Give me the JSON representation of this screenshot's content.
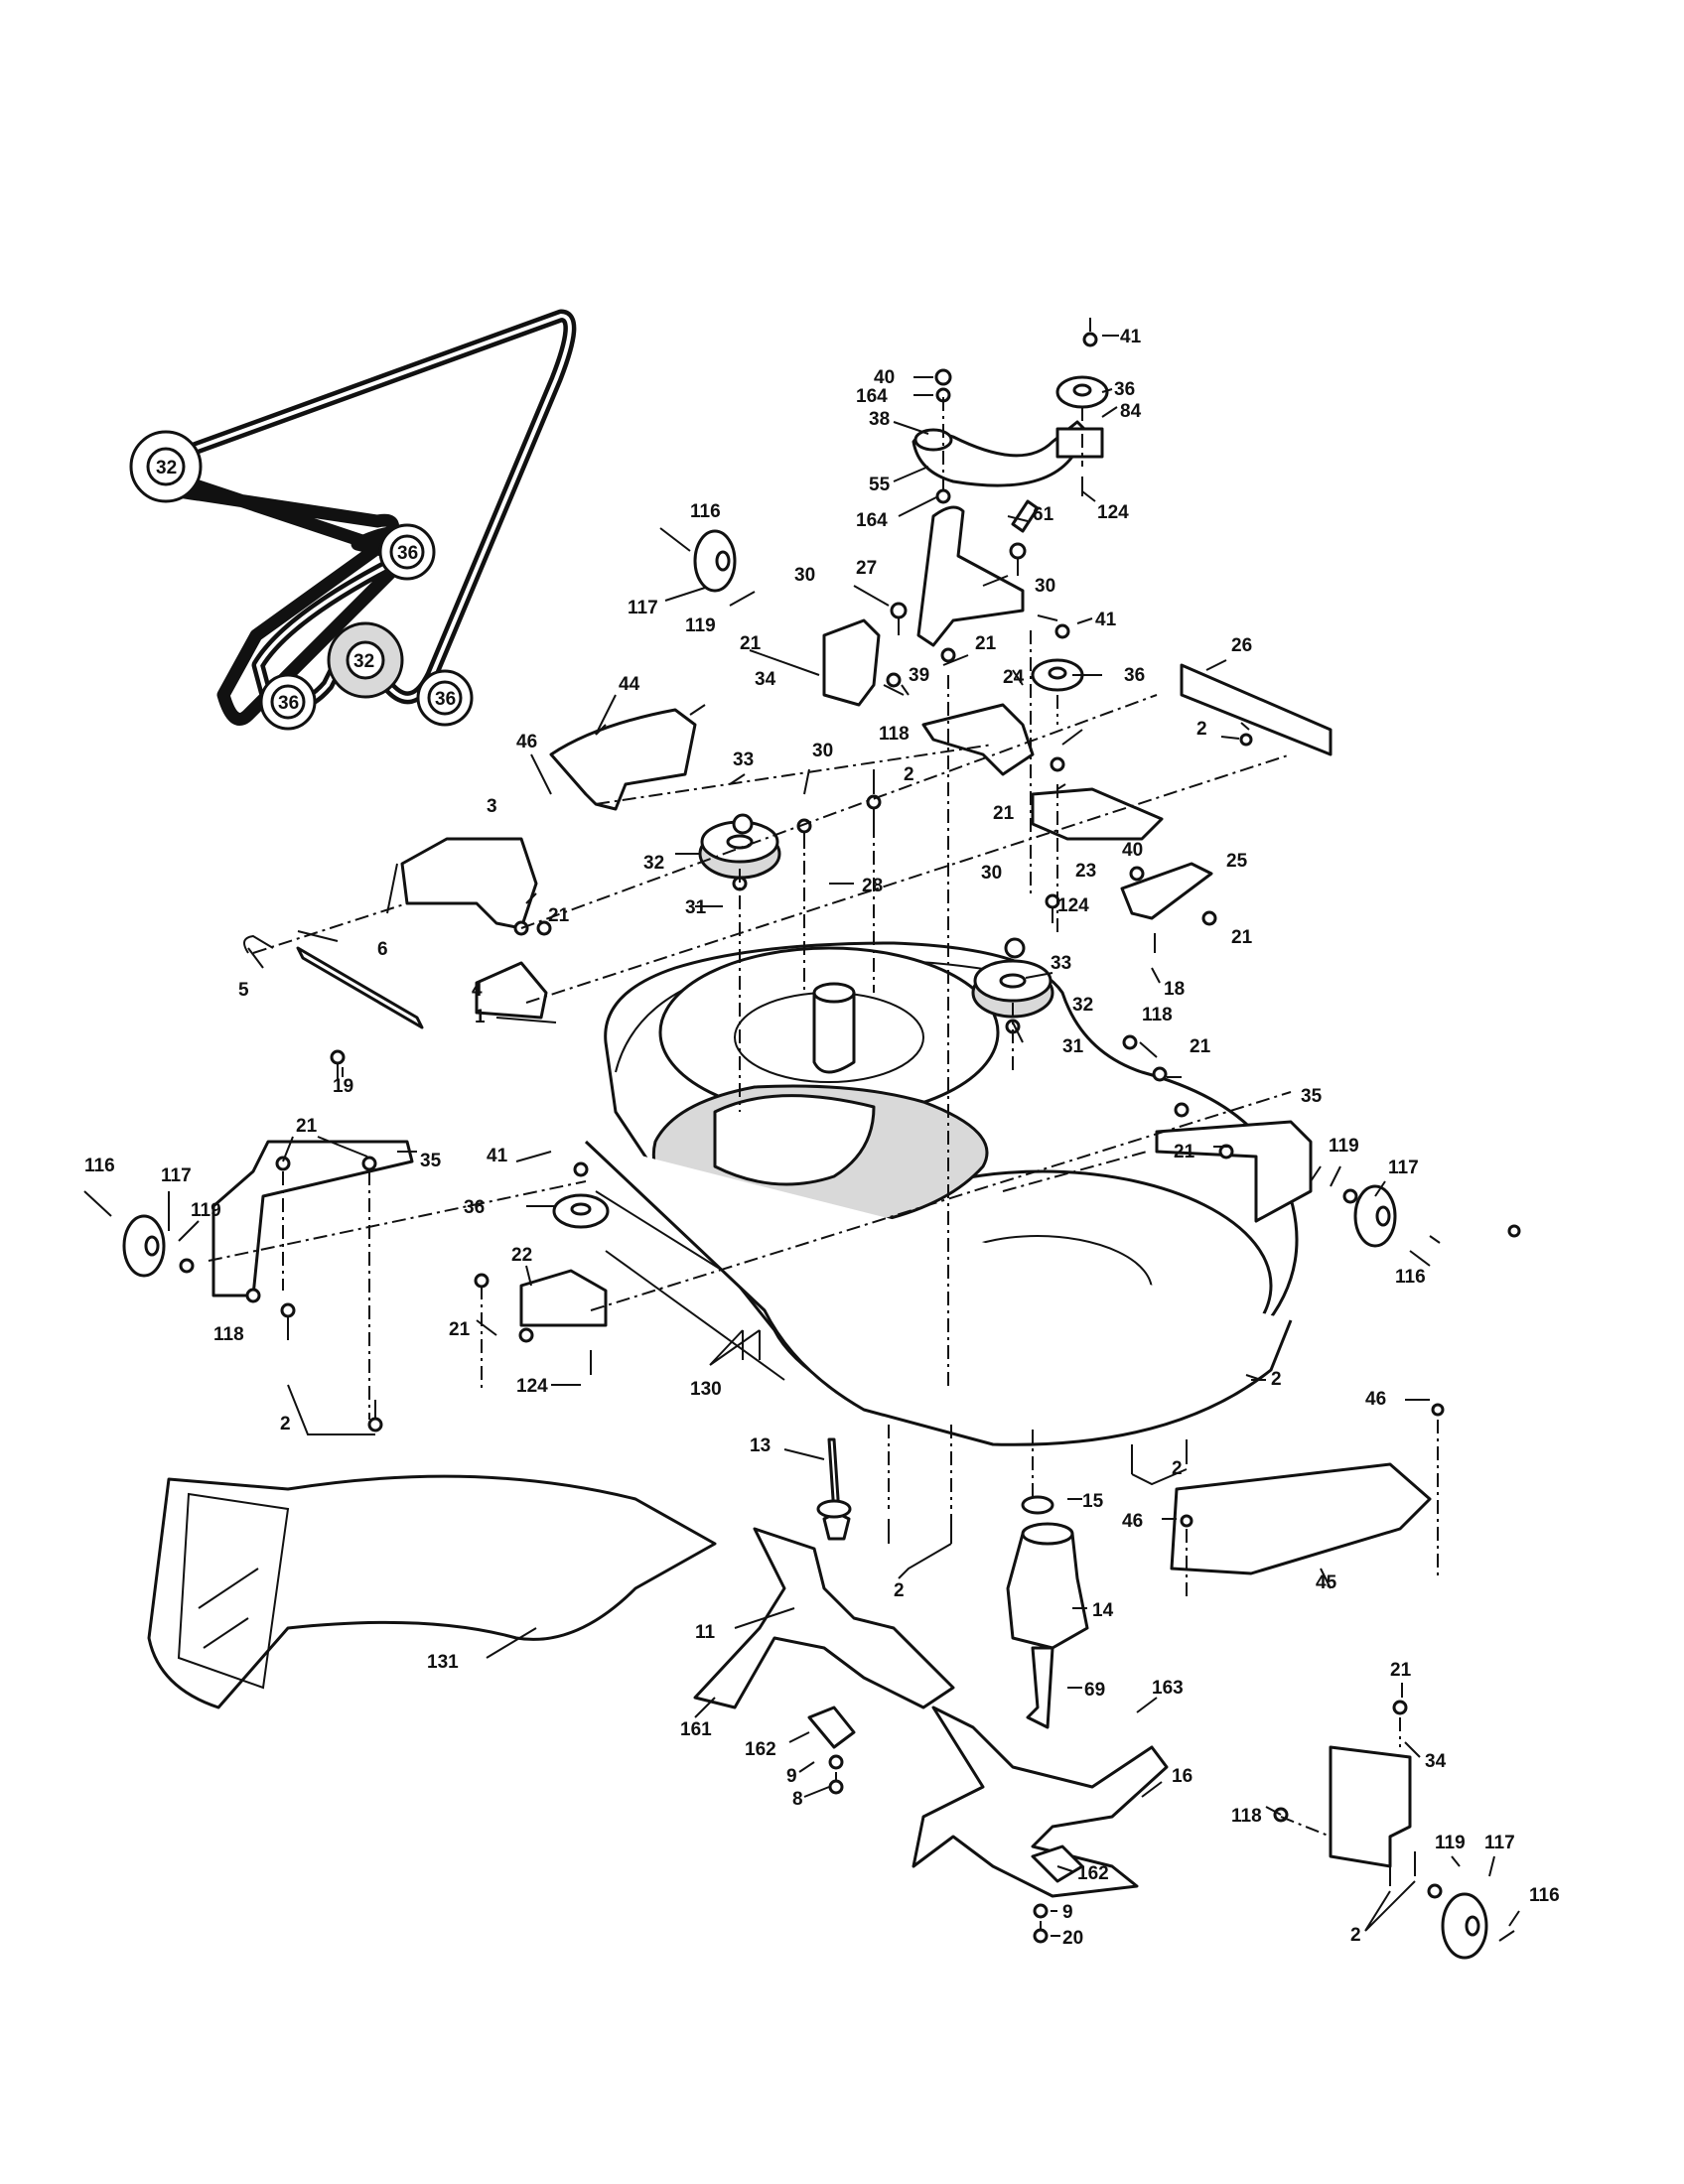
{
  "labels": [
    {
      "id": "l41a",
      "text": "41"
    },
    {
      "id": "l40a",
      "text": "40"
    },
    {
      "id": "l164a",
      "text": "164"
    },
    {
      "id": "l36a",
      "text": "36"
    },
    {
      "id": "l84",
      "text": "84"
    },
    {
      "id": "l38",
      "text": "38"
    },
    {
      "id": "l55",
      "text": "55"
    },
    {
      "id": "l164b",
      "text": "164"
    },
    {
      "id": "l124a",
      "text": "124"
    },
    {
      "id": "l61",
      "text": "61"
    },
    {
      "id": "l116a",
      "text": "116"
    },
    {
      "id": "l117a",
      "text": "117"
    },
    {
      "id": "l119a",
      "text": "119"
    },
    {
      "id": "l30a",
      "text": "30"
    },
    {
      "id": "l27",
      "text": "27"
    },
    {
      "id": "l30b",
      "text": "30"
    },
    {
      "id": "l41b",
      "text": "41"
    },
    {
      "id": "l36b",
      "text": "36"
    },
    {
      "id": "l21a",
      "text": "21"
    },
    {
      "id": "l21b",
      "text": "21"
    },
    {
      "id": "l39",
      "text": "39"
    },
    {
      "id": "l34a",
      "text": "34"
    },
    {
      "id": "l24",
      "text": "24"
    },
    {
      "id": "l118a",
      "text": "118"
    },
    {
      "id": "l26",
      "text": "26"
    },
    {
      "id": "l2a",
      "text": "2"
    },
    {
      "id": "l46a",
      "text": "46"
    },
    {
      "id": "l44",
      "text": "44"
    },
    {
      "id": "l33a",
      "text": "33"
    },
    {
      "id": "l30c",
      "text": "30"
    },
    {
      "id": "l2b",
      "text": "2"
    },
    {
      "id": "l21c",
      "text": "21"
    },
    {
      "id": "l23",
      "text": "23"
    },
    {
      "id": "l3",
      "text": "3"
    },
    {
      "id": "l32a",
      "text": "32"
    },
    {
      "id": "l28",
      "text": "28"
    },
    {
      "id": "l31a",
      "text": "31"
    },
    {
      "id": "l40b",
      "text": "40"
    },
    {
      "id": "l25",
      "text": "25"
    },
    {
      "id": "l30d",
      "text": "30"
    },
    {
      "id": "l124b",
      "text": "124"
    },
    {
      "id": "l21d",
      "text": "21"
    },
    {
      "id": "l21e",
      "text": "21"
    },
    {
      "id": "l6",
      "text": "6"
    },
    {
      "id": "l33b",
      "text": "33"
    },
    {
      "id": "l18",
      "text": "18"
    },
    {
      "id": "l32b",
      "text": "32"
    },
    {
      "id": "l5",
      "text": "5"
    },
    {
      "id": "l4",
      "text": "4"
    },
    {
      "id": "l118b",
      "text": "118"
    },
    {
      "id": "l31b",
      "text": "31"
    },
    {
      "id": "l21f",
      "text": "21"
    },
    {
      "id": "l19",
      "text": "19"
    },
    {
      "id": "l1",
      "text": "1"
    },
    {
      "id": "l35a",
      "text": "35"
    },
    {
      "id": "l21g",
      "text": "21"
    },
    {
      "id": "l119b",
      "text": "119"
    },
    {
      "id": "l117b",
      "text": "117"
    },
    {
      "id": "l21h",
      "text": "21"
    },
    {
      "id": "l41c",
      "text": "41"
    },
    {
      "id": "l116b",
      "text": "116"
    },
    {
      "id": "l117c",
      "text": "117"
    },
    {
      "id": "l35b",
      "text": "35"
    },
    {
      "id": "l119c",
      "text": "119"
    },
    {
      "id": "l36c",
      "text": "36"
    },
    {
      "id": "l22",
      "text": "22"
    },
    {
      "id": "l116c",
      "text": "116"
    },
    {
      "id": "l118c",
      "text": "118"
    },
    {
      "id": "l21i",
      "text": "21"
    },
    {
      "id": "l124c",
      "text": "124"
    },
    {
      "id": "l130",
      "text": "130"
    },
    {
      "id": "l2c",
      "text": "2"
    },
    {
      "id": "l2d",
      "text": "2"
    },
    {
      "id": "l46b",
      "text": "46"
    },
    {
      "id": "l13",
      "text": "13"
    },
    {
      "id": "l2e",
      "text": "2"
    },
    {
      "id": "l15",
      "text": "15"
    },
    {
      "id": "l46c",
      "text": "46"
    },
    {
      "id": "l2f",
      "text": "2"
    },
    {
      "id": "l14",
      "text": "14"
    },
    {
      "id": "l45",
      "text": "45"
    },
    {
      "id": "l11",
      "text": "11"
    },
    {
      "id": "l131",
      "text": "131"
    },
    {
      "id": "l69",
      "text": "69"
    },
    {
      "id": "l163",
      "text": "163"
    },
    {
      "id": "l21j",
      "text": "21"
    },
    {
      "id": "l161",
      "text": "161"
    },
    {
      "id": "l162a",
      "text": "162"
    },
    {
      "id": "l34b",
      "text": "34"
    },
    {
      "id": "l9a",
      "text": "9"
    },
    {
      "id": "l8",
      "text": "8"
    },
    {
      "id": "l16",
      "text": "16"
    },
    {
      "id": "l118d",
      "text": "118"
    },
    {
      "id": "l119d",
      "text": "119"
    },
    {
      "id": "l117d",
      "text": "117"
    },
    {
      "id": "l162b",
      "text": "162"
    },
    {
      "id": "l116d",
      "text": "116"
    },
    {
      "id": "l9b",
      "text": "9"
    },
    {
      "id": "l2g",
      "text": "2"
    },
    {
      "id": "l20",
      "text": "20"
    }
  ],
  "belt_pulleys": [
    {
      "id": "bp1",
      "text": "32"
    },
    {
      "id": "bp2",
      "text": "36"
    },
    {
      "id": "bp3",
      "text": "32"
    },
    {
      "id": "bp4",
      "text": "36"
    },
    {
      "id": "bp5",
      "text": "36"
    }
  ]
}
